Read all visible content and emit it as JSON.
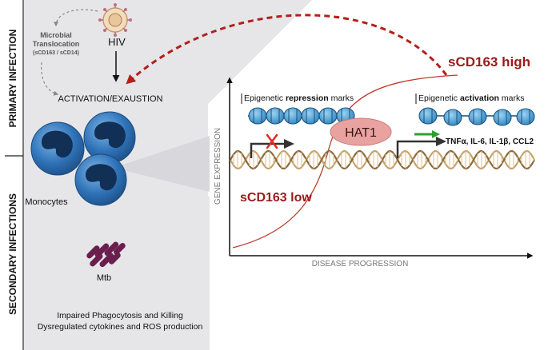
{
  "side_labels": {
    "primary": "PRIMARY INFECTION",
    "secondary": "SECONDARY INFECTIONS"
  },
  "left": {
    "hiv": "HIV",
    "microbial_line1": "Microbial",
    "microbial_line2": "Translocation",
    "microbial_line3": "(sCD163 / sCD14)",
    "activation": "ACTIVATION/EXAUSTION",
    "monocytes": "Monocytes",
    "mtb": "Mtb",
    "impaired1": "Impaired Phagocytosis and Killing",
    "impaired2": "Dysregulated cytokines and ROS production"
  },
  "right": {
    "sCD163_high": "sCD163 high",
    "sCD163_low": "sCD163 low",
    "repression_prefix": "Epigenetic ",
    "repression_bold": "repression",
    "repression_suffix": " marks",
    "activation_prefix": "Epigenetic ",
    "activation_bold": "activation",
    "activation_suffix": " marks",
    "hat1": "HAT1",
    "cytokines": "TNFα, IL-6, IL-1β, CCL2",
    "y_axis": "GENE EXPRESSION",
    "x_axis": "DISEASE PROGRESSION"
  },
  "colors": {
    "dark_red": "#9b1b1b",
    "monocyte_blue": "#2f73b8",
    "mtb_purple": "#6b1f4e",
    "hat1_fill": "#e8a3a0",
    "nucleosome": "#4aa3d6",
    "dna_a": "#c7a26b",
    "dna_b": "#8a6a3a",
    "green_arrow": "#2ea02e"
  }
}
